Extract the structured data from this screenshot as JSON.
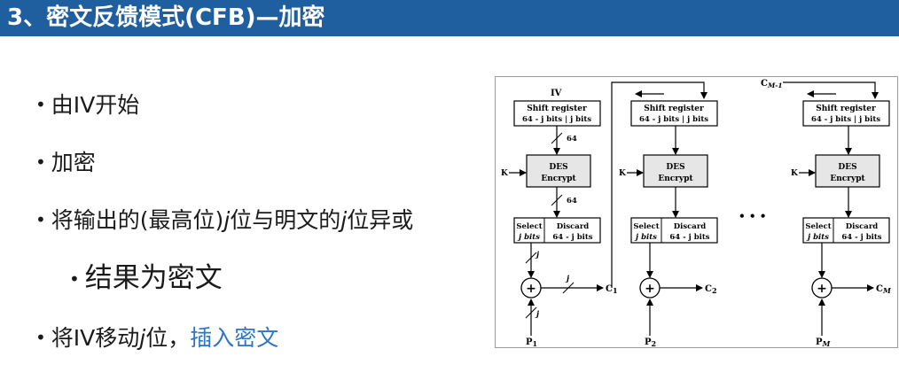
{
  "slide": {
    "title": "3、密文反馈模式(CFB)—加密",
    "bullets": [
      {
        "pre": "由IV开始",
        "ital": "",
        "post": "",
        "link": ""
      },
      {
        "pre": "加密",
        "ital": "",
        "post": "",
        "link": ""
      },
      {
        "pre": "将输出的(最高位)",
        "ital": "j",
        "post": "位与明文的",
        "ital2": "j",
        "post2": "位异或",
        "link": ""
      },
      {
        "pre": "结果为密文",
        "ital": "",
        "post": "",
        "link": ""
      },
      {
        "pre": "将IV移动",
        "ital": "j",
        "post": "位，",
        "link": "插入密文"
      }
    ],
    "accent_color": "#1f5fa0",
    "link_color": "#2e75c6"
  },
  "diagram": {
    "iv_label": "IV",
    "cm1_label": "C",
    "cm1_sub": "M-1",
    "shift_register": "Shift register",
    "shift_fields": "64 - j bits  |  j bits",
    "des_line1": "DES",
    "des_line2": "Encrypt",
    "key_label": "K",
    "select_label": "Select",
    "discard_label": "Discard",
    "select_bits": "j bits",
    "discard_bits": "64 - j bits",
    "bus_64": "64",
    "bus_j": "j",
    "ellipsis": "• • •",
    "xor_symbol": "+",
    "outputs": [
      {
        "main": "C",
        "sub": "1"
      },
      {
        "main": "C",
        "sub": "2"
      },
      {
        "main": "C",
        "sub": "M"
      }
    ],
    "inputs": [
      {
        "main": "P",
        "sub": "1"
      },
      {
        "main": "P",
        "sub": "2"
      },
      {
        "main": "P",
        "sub": "M"
      }
    ]
  }
}
